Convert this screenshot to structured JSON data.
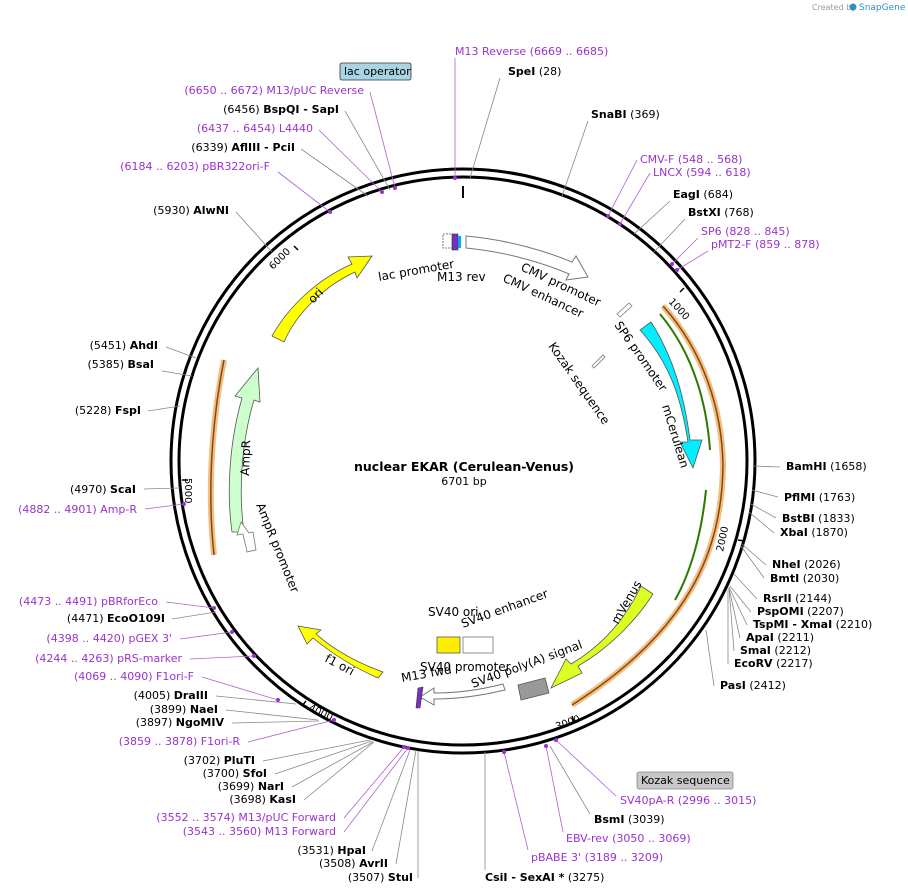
{
  "header": {
    "created_by": "Created by",
    "brand": "SnapGene"
  },
  "map": {
    "title": "nuclear EKAR (Cerulean-Venus)",
    "length_label": "6701 bp",
    "ticks": [
      "1000",
      "2000",
      "3000",
      "4000",
      "5000",
      "6000"
    ]
  },
  "features": [
    {
      "name": "lac promoter"
    },
    {
      "name": "M13 rev"
    },
    {
      "name": "CMV promoter"
    },
    {
      "name": "CMV enhancer"
    },
    {
      "name": "SP6 promoter"
    },
    {
      "name": "Kozak sequence"
    },
    {
      "name": "mCerulean"
    },
    {
      "name": "mVenus"
    },
    {
      "name": "SV40 poly(A) signal"
    },
    {
      "name": "SV40 ori"
    },
    {
      "name": "SV40 enhancer"
    },
    {
      "name": "SV40 promoter"
    },
    {
      "name": "M13 fwd"
    },
    {
      "name": "f1 ori"
    },
    {
      "name": "AmpR"
    },
    {
      "name": "AmpR promoter"
    },
    {
      "name": "ori"
    }
  ],
  "callouts": [
    {
      "text": "lac operator"
    },
    {
      "text": "Kozak sequence"
    }
  ],
  "sites": [
    {
      "kind": "primer",
      "text": "M13 Reverse    (6669 .. 6685)"
    },
    {
      "kind": "enzyme",
      "name": "SpeI",
      "pos": "(28)"
    },
    {
      "kind": "primer",
      "text": "(6650 .. 6672)  M13/pUC Reverse"
    },
    {
      "kind": "enzyme",
      "pre": "(6456)",
      "name": "BspQI  - SapI"
    },
    {
      "kind": "primer",
      "text": "(6437 .. 6454)  L4440"
    },
    {
      "kind": "enzyme",
      "pre": "(6339)",
      "name": "AflIII  - PciI"
    },
    {
      "kind": "primer",
      "text": "(6184 .. 6203)  pBR322ori-F"
    },
    {
      "kind": "enzyme",
      "pre": "(5930)",
      "name": "AlwNI"
    },
    {
      "kind": "enzyme",
      "name": "SnaBI",
      "pos": "(369)"
    },
    {
      "kind": "primer",
      "text": "CMV-F    (548 .. 568)"
    },
    {
      "kind": "primer",
      "text": "LNCX    (594 .. 618)"
    },
    {
      "kind": "enzyme",
      "name": "EagI",
      "pos": "(684)"
    },
    {
      "kind": "enzyme",
      "name": "BstXI",
      "pos": "(768)"
    },
    {
      "kind": "primer",
      "text": "SP6    (828 .. 845)"
    },
    {
      "kind": "primer",
      "text": "pMT2-F    (859 .. 878)"
    },
    {
      "kind": "enzyme",
      "pre": "(5451)",
      "name": "AhdI"
    },
    {
      "kind": "enzyme",
      "pre": "(5385)",
      "name": "BsaI"
    },
    {
      "kind": "enzyme",
      "pre": "(5228)",
      "name": "FspI"
    },
    {
      "kind": "enzyme",
      "pre": "(4970)",
      "name": "ScaI"
    },
    {
      "kind": "primer",
      "text": "(4882 .. 4901)  Amp-R"
    },
    {
      "kind": "enzyme",
      "name": "BamHI",
      "pos": "(1658)"
    },
    {
      "kind": "enzyme",
      "name": "PflMI",
      "pos": "(1763)"
    },
    {
      "kind": "enzyme",
      "name": "BstBI",
      "pos": "(1833)"
    },
    {
      "kind": "enzyme",
      "name": "XbaI",
      "pos": "(1870)"
    },
    {
      "kind": "enzyme",
      "name": "NheI",
      "pos": "(2026)"
    },
    {
      "kind": "enzyme",
      "name": "BmtI",
      "pos": "(2030)"
    },
    {
      "kind": "enzyme",
      "name": "RsrII",
      "pos": "(2144)"
    },
    {
      "kind": "enzyme",
      "name": "PspOMI",
      "pos": "(2207)"
    },
    {
      "kind": "enzyme",
      "name": "TspMI  - XmaI",
      "pos": "(2210)"
    },
    {
      "kind": "enzyme",
      "name": "ApaI",
      "pos": "(2211)"
    },
    {
      "kind": "enzyme",
      "name": "SmaI",
      "pos": "(2212)"
    },
    {
      "kind": "enzyme",
      "name": "EcoRV",
      "pos": "(2217)"
    },
    {
      "kind": "enzyme",
      "name": "PasI",
      "pos": "(2412)"
    },
    {
      "kind": "primer",
      "text": "(4473 .. 4491)  pBRforEco"
    },
    {
      "kind": "enzyme",
      "pre": "(4471)",
      "name": "EcoO109I"
    },
    {
      "kind": "primer",
      "text": "(4398 .. 4420)  pGEX 3'"
    },
    {
      "kind": "primer",
      "text": "(4244 .. 4263)  pRS-marker"
    },
    {
      "kind": "primer",
      "text": "(4069 .. 4090)  F1ori-F"
    },
    {
      "kind": "enzyme",
      "pre": "(4005)",
      "name": "DraIII"
    },
    {
      "kind": "enzyme",
      "pre": "(3899)",
      "name": "NaeI"
    },
    {
      "kind": "enzyme",
      "pre": "(3897)",
      "name": "NgoMIV"
    },
    {
      "kind": "primer",
      "text": "(3859 .. 3878)  F1ori-R"
    },
    {
      "kind": "enzyme",
      "pre": "(3702)",
      "name": "PluTI"
    },
    {
      "kind": "enzyme",
      "pre": "(3700)",
      "name": "SfoI"
    },
    {
      "kind": "enzyme",
      "pre": "(3699)",
      "name": "NarI"
    },
    {
      "kind": "enzyme",
      "pre": "(3698)",
      "name": "KasI"
    },
    {
      "kind": "primer",
      "text": "(3552 .. 3574)  M13/pUC Forward"
    },
    {
      "kind": "primer",
      "text": "(3543 .. 3560)  M13 Forward"
    },
    {
      "kind": "enzyme",
      "pre": "(3531)",
      "name": "HpaI"
    },
    {
      "kind": "enzyme",
      "pre": "(3508)",
      "name": "AvrII"
    },
    {
      "kind": "enzyme",
      "pre": "(3507)",
      "name": "StuI"
    },
    {
      "kind": "enzyme",
      "name": "CsiI  - SexAI *",
      "pos": "(3275)"
    },
    {
      "kind": "primer",
      "text": "pBABE 3'    (3189 .. 3209)"
    },
    {
      "kind": "primer",
      "text": "EBV-rev    (3050 .. 3069)"
    },
    {
      "kind": "enzyme",
      "name": "BsmI",
      "pos": "(3039)"
    },
    {
      "kind": "primer",
      "text": "SV40pA-R    (2996 .. 3015)"
    }
  ]
}
